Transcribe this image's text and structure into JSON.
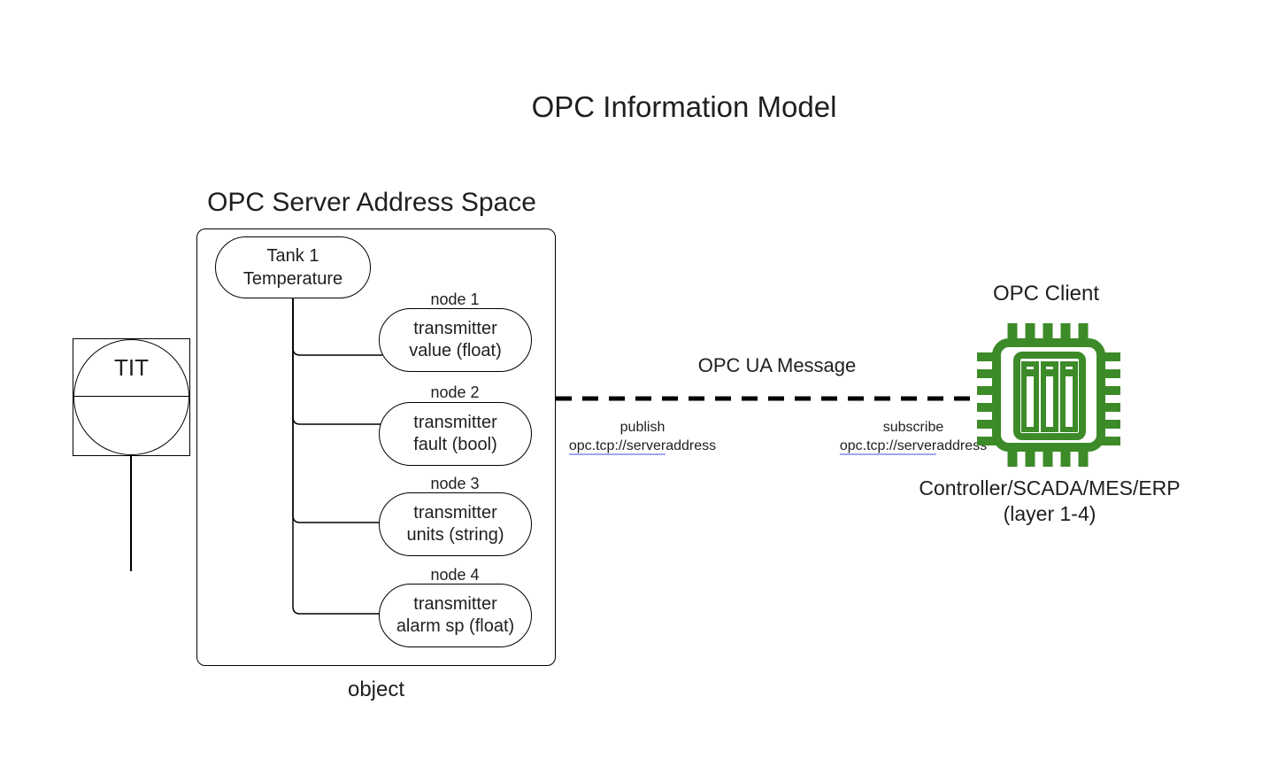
{
  "title": "OPC Information Model",
  "server": {
    "heading": "OPC Server Address Space",
    "object_label": "object",
    "tank": {
      "line1": "Tank 1",
      "line2": "Temperature"
    },
    "nodes": [
      {
        "name": "node 1",
        "line1": "transmitter",
        "line2": "value (float)"
      },
      {
        "name": "node 2",
        "line1": "transmitter",
        "line2": "fault (bool)"
      },
      {
        "name": "node 3",
        "line1": "transmitter",
        "line2": "units (string)"
      },
      {
        "name": "node 4",
        "line1": "transmitter",
        "line2": "alarm sp (float)"
      }
    ]
  },
  "instrument": {
    "tag": "TIT"
  },
  "message": {
    "label": "OPC UA Message",
    "publish": {
      "label": "publish",
      "url": "opc.tcp://serveraddress",
      "url_underlined_part": "opc.tcp://server",
      "url_plain_part": "address"
    },
    "subscribe": {
      "label": "subscribe",
      "url": "opc.tcp://serveraddress",
      "url_underlined_part": "opc.tcp://server",
      "url_plain_part": "address"
    }
  },
  "client": {
    "heading": "OPC Client",
    "caption_line1": "Controller/SCADA/MES/ERP",
    "caption_line2": "(layer 1-4)"
  },
  "colors": {
    "background": "#ffffff",
    "ink": "#1f1f1f",
    "line": "#000000",
    "link_underline": "#a0a7f0",
    "chip_green": "#3d8b28"
  }
}
